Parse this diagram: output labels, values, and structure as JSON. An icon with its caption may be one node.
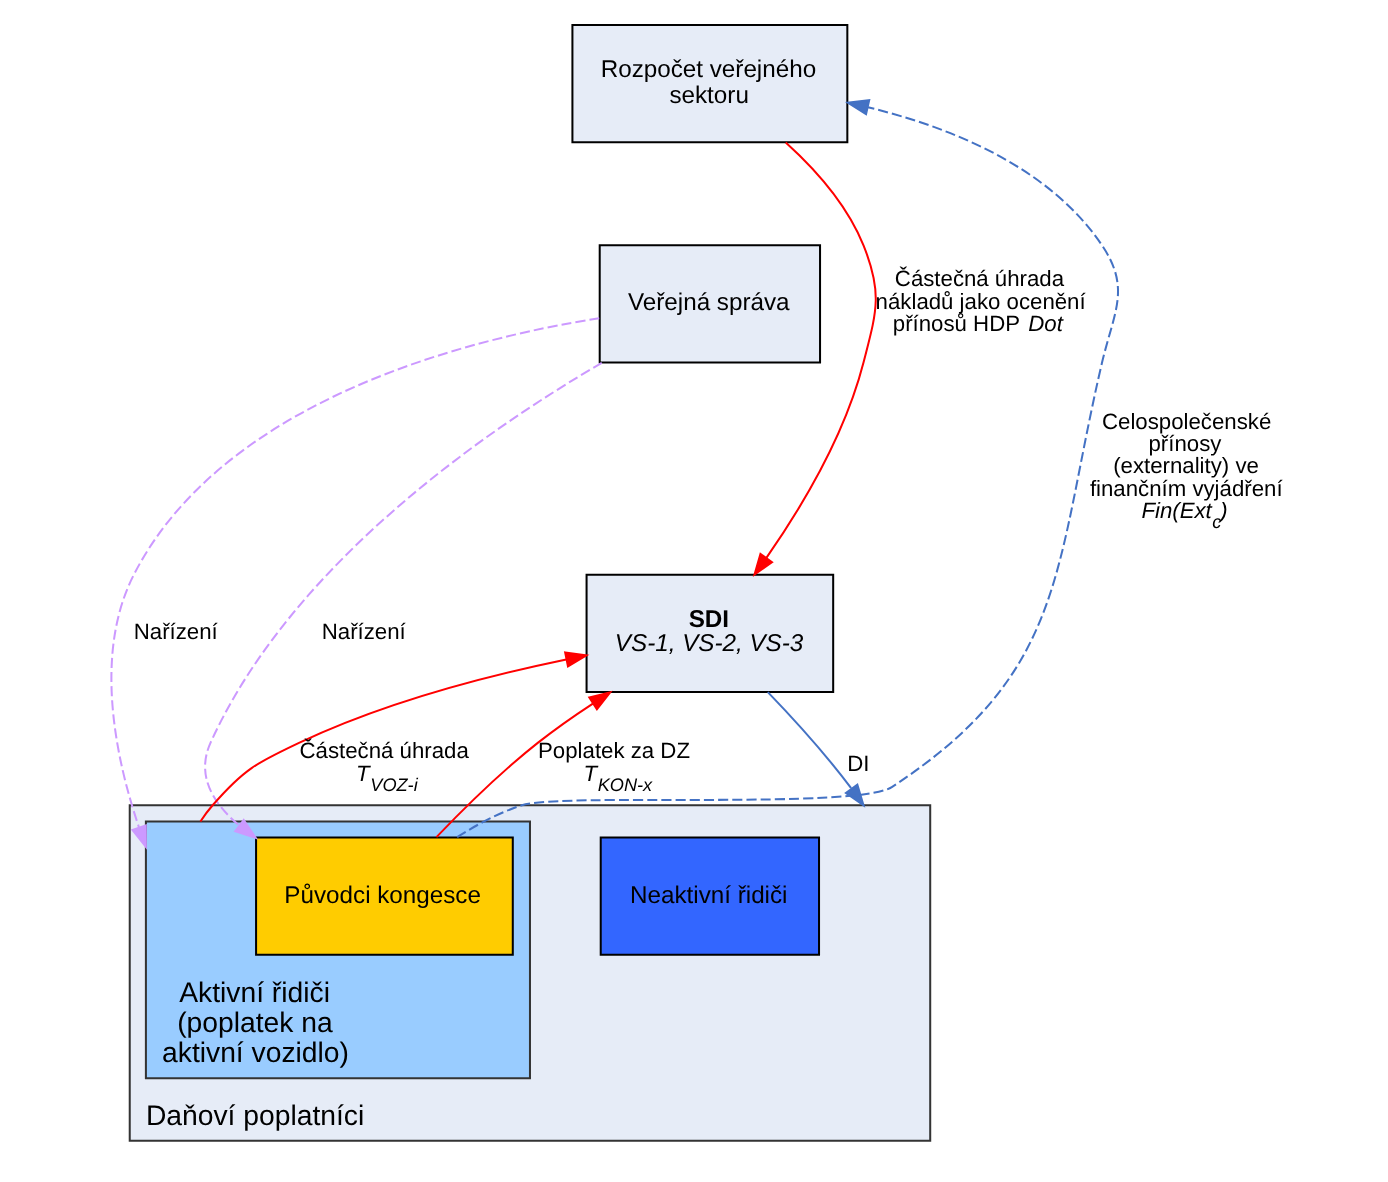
{
  "diagram": {
    "nodes": [
      {
        "text": [
          "Rozpočet veřejného sektoru"
        ]
      },
      {
        "text": [
          "Veřejná správa"
        ]
      },
      {
        "text": [
          "SDI",
          "VS-1, VS-2, VS-3"
        ]
      },
      {
        "text": [
          "Daňoví poplatníci"
        ]
      },
      {
        "text": [
          "Neaktivní řidiči"
        ],
        "in": 3
      },
      {
        "text": [
          "Aktivní řidiči (poplatek na aktivní vozidlo)"
        ],
        "in": 3
      },
      {
        "text": [
          "Původci kongesce"
        ],
        "in": 5
      }
    ],
    "edges": [
      {
        "from": 0,
        "to": 2,
        "arrow": "to",
        "label": "Částečná úhrada nákladů jako ocenění přínosů HDP *Dot*"
      },
      {
        "from": 1,
        "to": 5,
        "arrow": "to",
        "label": "Nařízení",
        "style": "dashed",
        "color": "#cc99ff"
      },
      {
        "from": 1,
        "to": 6,
        "arrow": "to",
        "label": "Nařízení",
        "style": "dashed",
        "color": "#cc99ff"
      },
      {
        "from": 5,
        "to": 2,
        "arrow": "to",
        "label": "Částečná úhrada *T$_{VOZ-i}$*"
      },
      {
        "from": 6,
        "to": 2,
        "arrow": "to",
        "label": "Poplatek za DZ *T$_{KON-x}$*"
      },
      {
        "from": 2,
        "to": 3,
        "arrow": "to",
        "label": "DI",
        "color": "#4472c4"
      },
      {
        "from": 6,
        "to": 0,
        "arrow": "to",
        "label": "Celospolečenské přínosy (externality) ve finančním vyjádření *Fin(Ext$_{c}$)*",
        "style": "dashed",
        "color": "#4472c4"
      }
    ]
  }
}
